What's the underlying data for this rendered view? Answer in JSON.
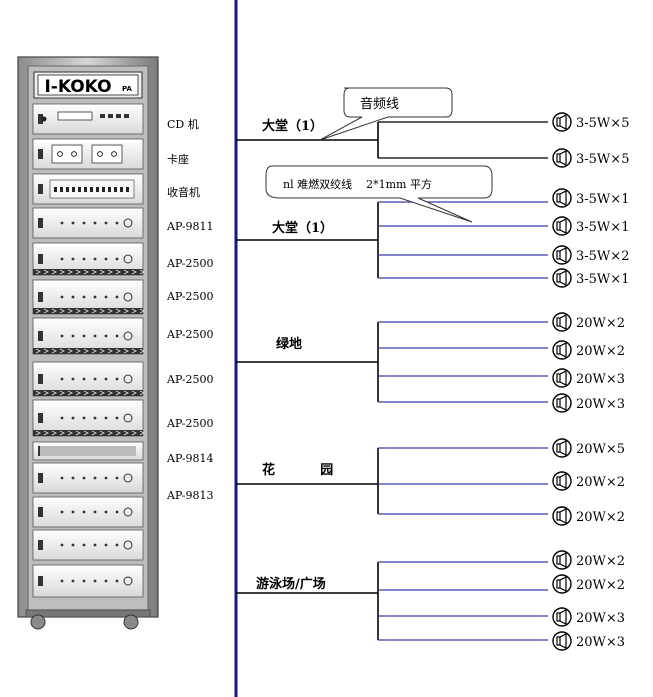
{
  "brand": {
    "logo": "I-KOKO",
    "logo_suffix": "PA"
  },
  "rack_labels": [
    "CD 机",
    "卡座",
    "收音机",
    "AP-9811",
    "AP-2500",
    "AP-2500",
    "AP-2500",
    "AP-2500",
    "AP-2500",
    "AP-9814",
    "AP-9813"
  ],
  "callouts": [
    {
      "id": "audio",
      "text": "音频线"
    },
    {
      "id": "cable",
      "text": "nl 难燃双绞线    2*1mm 平方"
    }
  ],
  "zones": [
    {
      "name": "大堂（1）",
      "speakers": [
        "3-5W×5",
        "3-5W×5"
      ]
    },
    {
      "name": "大堂（1）",
      "speakers": [
        "3-5W×1",
        "3-5W×1",
        "3-5W×2",
        "3-5W×1"
      ]
    },
    {
      "name": "绿地",
      "speakers": [
        "20W×2",
        "20W×2",
        "20W×3",
        "20W×3"
      ]
    },
    {
      "name": "花          园",
      "speakers": [
        "20W×5",
        "20W×2",
        "20W×2"
      ]
    },
    {
      "name": "游泳场/广场",
      "speakers": [
        "20W×2",
        "20W×2",
        "20W×3",
        "20W×3"
      ]
    }
  ],
  "colors": {
    "bus_line": "#1a1a7a",
    "branch_line": "#3a3aa8",
    "zone_line": "#000000",
    "rack_frame": "#555555"
  }
}
